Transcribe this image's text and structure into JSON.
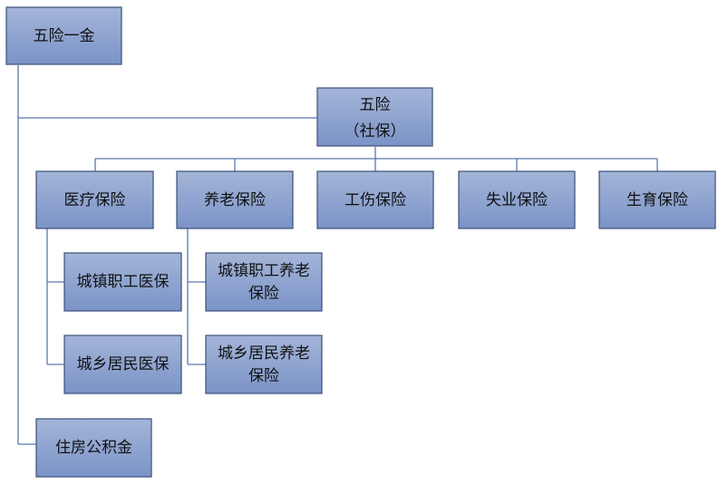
{
  "diagram": {
    "root": {
      "label": "五险一金"
    },
    "social_insurance": {
      "line1": "五险",
      "line2": "（社保）"
    },
    "insurances": [
      {
        "id": "medical",
        "label": "医疗保险"
      },
      {
        "id": "pension",
        "label": "养老保险"
      },
      {
        "id": "injury",
        "label": "工伤保险"
      },
      {
        "id": "unemployment",
        "label": "失业保险"
      },
      {
        "id": "maternity",
        "label": "生育保险"
      }
    ],
    "medical_children": [
      {
        "id": "urban-employee-medical",
        "label": "城镇职工医保"
      },
      {
        "id": "urban-rural-resident-medical",
        "label": "城乡居民医保"
      }
    ],
    "pension_children": [
      {
        "id": "urban-employee-pension",
        "line1": "城镇职工养老",
        "line2": "保险"
      },
      {
        "id": "urban-rural-resident-pension",
        "line1": "城乡居民养老",
        "line2": "保险"
      }
    ],
    "housing_fund": {
      "label": "住房公积金"
    }
  },
  "colors": {
    "box_top": "#a3b5d8",
    "box_bottom": "#7b93c7",
    "box_border": "#3b4f79",
    "connector": "#5b79ad"
  }
}
